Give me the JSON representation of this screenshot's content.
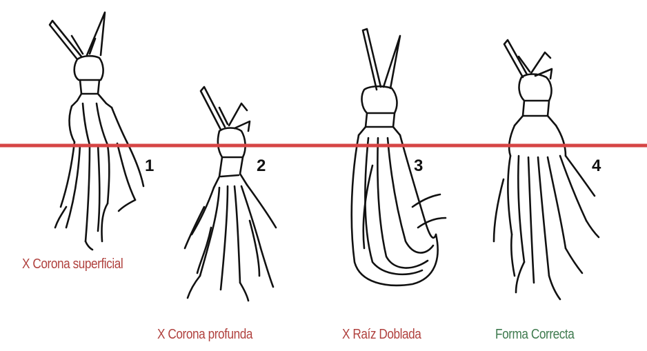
{
  "colors": {
    "soil_line": "#d64545",
    "wrong_label": "#b0413e",
    "correct_label": "#3e7a4e",
    "ink": "#111111"
  },
  "plants": [
    {
      "number": "1",
      "label": "X Corona superficial",
      "status": "incorrect"
    },
    {
      "number": "2",
      "label": "X Corona profunda",
      "status": "incorrect"
    },
    {
      "number": "3",
      "label": "X Raíz Doblada",
      "status": "incorrect"
    },
    {
      "number": "4",
      "label": "Forma Correcta",
      "status": "correct"
    }
  ]
}
